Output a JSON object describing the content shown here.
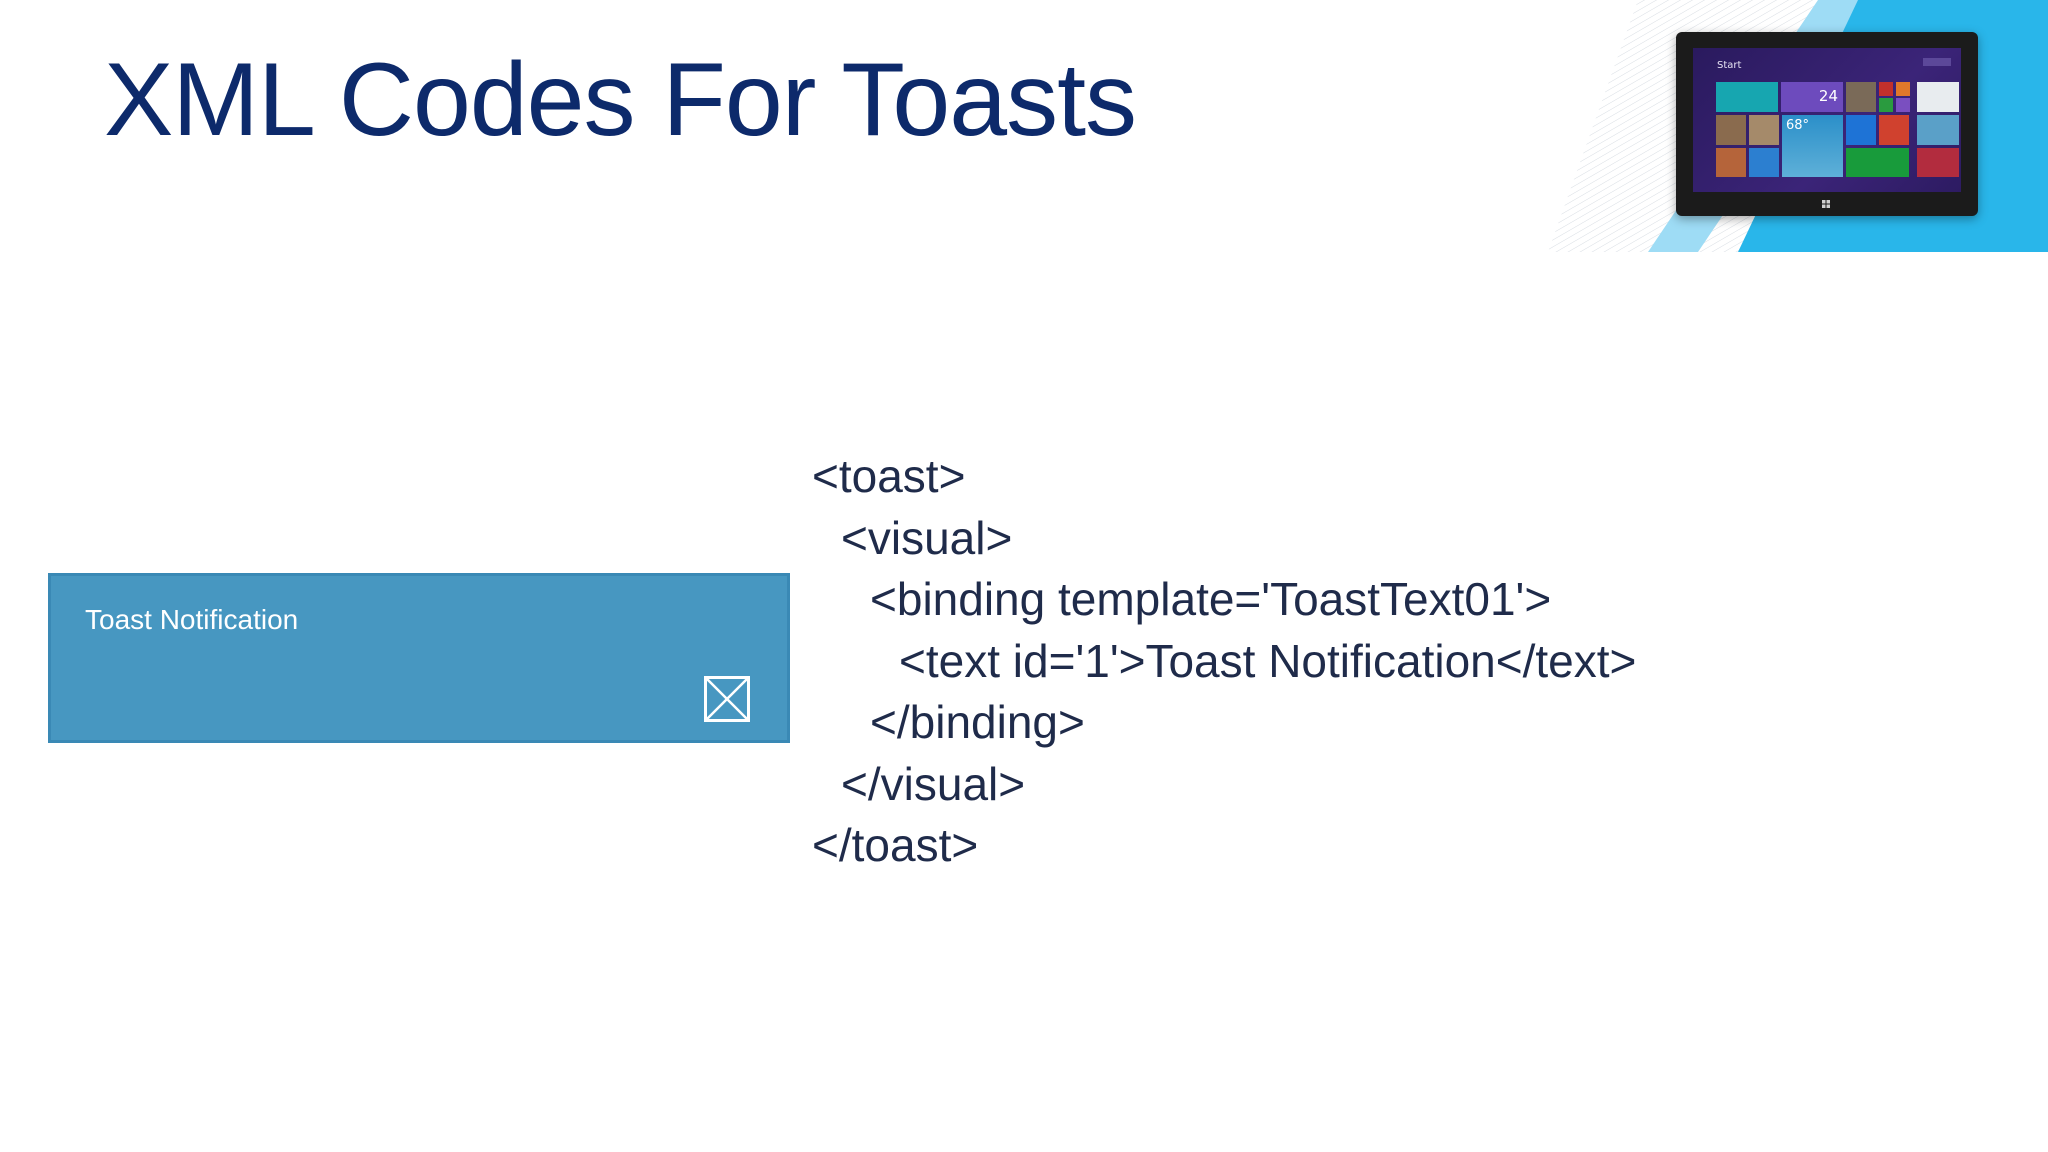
{
  "slide": {
    "title": "XML Codes For Toasts"
  },
  "tablet_screen": {
    "start_label": "Start",
    "tile_number": "24",
    "temperature": "68°"
  },
  "toast": {
    "text": "Toast Notification"
  },
  "code_lines": [
    {
      "indent": 0,
      "text": "<toast>"
    },
    {
      "indent": 1,
      "text": "<visual>"
    },
    {
      "indent": 2,
      "text": "<binding template='ToastText01'>"
    },
    {
      "indent": 3,
      "text": "<text id='1'>Toast Notification</text>"
    },
    {
      "indent": 2,
      "text": "</binding>"
    },
    {
      "indent": 1,
      "text": "</visual>"
    },
    {
      "indent": 0,
      "text": "</toast>"
    }
  ],
  "colors": {
    "title": "#0d2a6b",
    "toast_background": "#4797c1",
    "accent_blue": "#29b6ea",
    "code_text": "#1f2b4a"
  },
  "icons": {
    "toast": "image-placeholder-icon",
    "tablet": "windows-tablet-icon"
  }
}
